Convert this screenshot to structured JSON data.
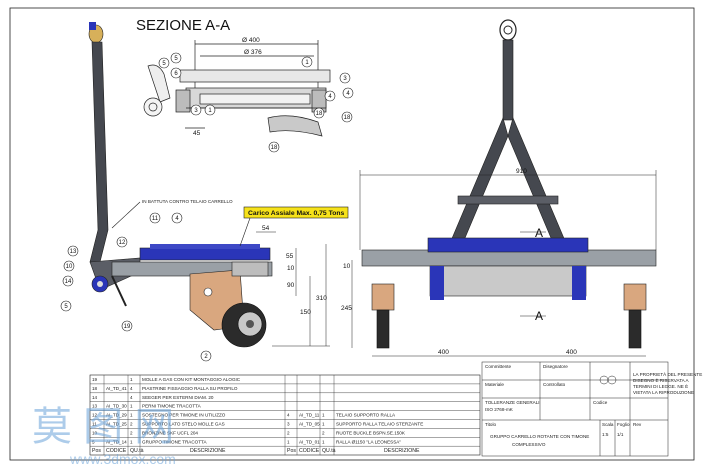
{
  "drawing": {
    "section_title": "SEZIONE A-A",
    "contact_note": "IN BATTUTA CONTRO TELAIO CARRELLO",
    "load_label": "Carico Assiale Max. 0,75 Tons",
    "section_marker": "A",
    "watermark_cn": "莫 图 网",
    "watermark_url": "www.3dmox.com"
  },
  "dimensions": {
    "diam_400": "Ø 400",
    "diam_376": "Ø 376",
    "d45": "45",
    "d54": "54",
    "d55": "55",
    "d10a": "10",
    "d10b": "10",
    "d90": "90",
    "d150": "150",
    "d310": "310",
    "d245": "245",
    "d910": "910",
    "d400a": "400",
    "d400b": "400"
  },
  "balloons": {
    "b5a": "5",
    "b6": "6",
    "b3a": "3",
    "b4a": "4",
    "b18a": "18",
    "b18b": "18",
    "b18c": "18",
    "b5b": "5",
    "b1a": "1",
    "b3b": "3",
    "b1b": "1",
    "b4b": "4",
    "b13": "13",
    "b10": "10",
    "b14": "14",
    "b5c": "5",
    "b12": "12",
    "b19": "19",
    "b2": "2",
    "b4c": "4",
    "b11": "11"
  },
  "bom": {
    "header_left": {
      "pos": "Pos",
      "code": "CODICE",
      "qty": "QU.tà",
      "desc": "DESCRIZIONE"
    },
    "header_right": {
      "pos": "Pos",
      "code": "CODICE",
      "qty": "QU.tà",
      "desc": "DESCRIZIONE"
    },
    "rows_left": [
      {
        "pos": "19",
        "code": "",
        "qty": "1",
        "desc": "MOLLE A GAS CON KIT MONTAGGIO ALOGIC"
      },
      {
        "pos": "18",
        "code": "AI_TD_41",
        "qty": "4",
        "desc": "PIASTRINE FISSAGGIO RALLA SU PROFILO"
      },
      {
        "pos": "14",
        "code": "",
        "qty": "4",
        "desc": "SEEGER PER ESTERNI DIAM. 20"
      },
      {
        "pos": "13",
        "code": "AI_TD_30",
        "qty": "1",
        "desc": "PERNI TIMONE TRACOTTA"
      },
      {
        "pos": "12",
        "code": "AI_TD_29",
        "qty": "1",
        "desc": "SOSTEGNO PER TIMONE IN UTILIZZO"
      },
      {
        "pos": "11",
        "code": "AI_TD_25",
        "qty": "2",
        "desc": "SUPPORTO LATO STELO MOLLE GAS"
      },
      {
        "pos": "10",
        "code": "",
        "qty": "2",
        "desc": "BRONZINE SKF UCFL 204"
      },
      {
        "pos": "5",
        "code": "AI_TD_14",
        "qty": "1",
        "desc": "GRUPPO TIMONE TRACOTTA"
      }
    ],
    "rows_right": [
      {
        "pos": "4",
        "code": "AI_TD_11",
        "qty": "1",
        "desc": "TELAIO SUPPORTO RALLA"
      },
      {
        "pos": "3",
        "code": "AI_TD_05",
        "qty": "1",
        "desc": "SUPPORTO RALLA TELAIO STERZANTE"
      },
      {
        "pos": "2",
        "code": "",
        "qty": "2",
        "desc": "RUOTE BUCKLE BSPN.SE.150K"
      },
      {
        "pos": "1",
        "code": "AI_TD_01",
        "qty": "1",
        "desc": "RALLA Ø1150 \"LA LEONESSA\""
      }
    ]
  },
  "title_block": {
    "label_committente": "Committente",
    "label_disegnatore": "Disegnatore",
    "label_controllato": "Controllato",
    "label_titolo": "Titolo",
    "label_codice": "Codice",
    "label_materiale": "Materiale",
    "label_scala": "Scala",
    "label_foglio": "Foglio",
    "label_rev": "Rev",
    "scale_value": "1:5",
    "sheet_value": "1/1",
    "title_line1": "GRUPPO CARRELLO ROTANTE CON TIMONE",
    "title_line2": "COMPLESSIVO",
    "tolerance_header": "TOLLERANZE GENERALI",
    "tolerance_note": "ISO 2768-mK",
    "legal_1": "LA PROPRIETÀ DEL PRESENTE",
    "legal_2": "DISEGNO È RISERVATA A",
    "legal_3": "TERMINI DI LEGGE. NE È",
    "legal_4": "VIETATA LA RIPRODUZIONE"
  },
  "colors": {
    "blue": "#2a35b8",
    "steel": "#45484f",
    "orange": "#d9a77f",
    "gray": "#9aa0a6",
    "load_box": "#f6e21a"
  }
}
